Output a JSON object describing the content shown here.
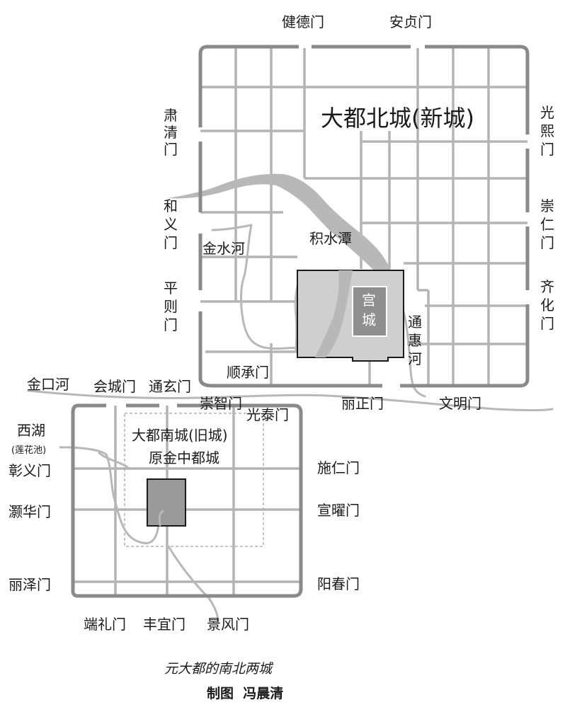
{
  "north_city": {
    "title": "大都北城(新城)",
    "gates": {
      "north": [
        "健德门",
        "安贞门"
      ],
      "west": [
        "肃清门",
        "和义门",
        "平则门"
      ],
      "east": [
        "光熙门",
        "崇仁门",
        "齐化门"
      ],
      "south": [
        "顺承门",
        "丽正门",
        "文明门"
      ]
    },
    "palace": "宫城",
    "lake": "积水潭",
    "rivers": [
      "金水河",
      "通惠河"
    ]
  },
  "south_city": {
    "title": "大都南城(旧城)",
    "subtitle": "原金中都城",
    "gates": {
      "north": [
        "会城门",
        "通玄门",
        "崇智门",
        "光泰门"
      ],
      "west": [
        "彰义门",
        "灏华门",
        "丽泽门"
      ],
      "east": [
        "施仁门",
        "宣曜门",
        "阳春门"
      ],
      "south": [
        "端礼门",
        "丰宜门",
        "景风门"
      ]
    },
    "lake": "西湖",
    "lake_note": "(莲花池)"
  },
  "other": {
    "river": "金口河"
  },
  "caption": {
    "title": "元大都的南北两城",
    "credit": "制图  冯晨清"
  },
  "colors": {
    "wall": "#8a8a8a",
    "road": "#b4b4b4",
    "water": "#b8b8b8",
    "palace": "#cfcfcf",
    "palace_core": "#8f8f8f"
  }
}
